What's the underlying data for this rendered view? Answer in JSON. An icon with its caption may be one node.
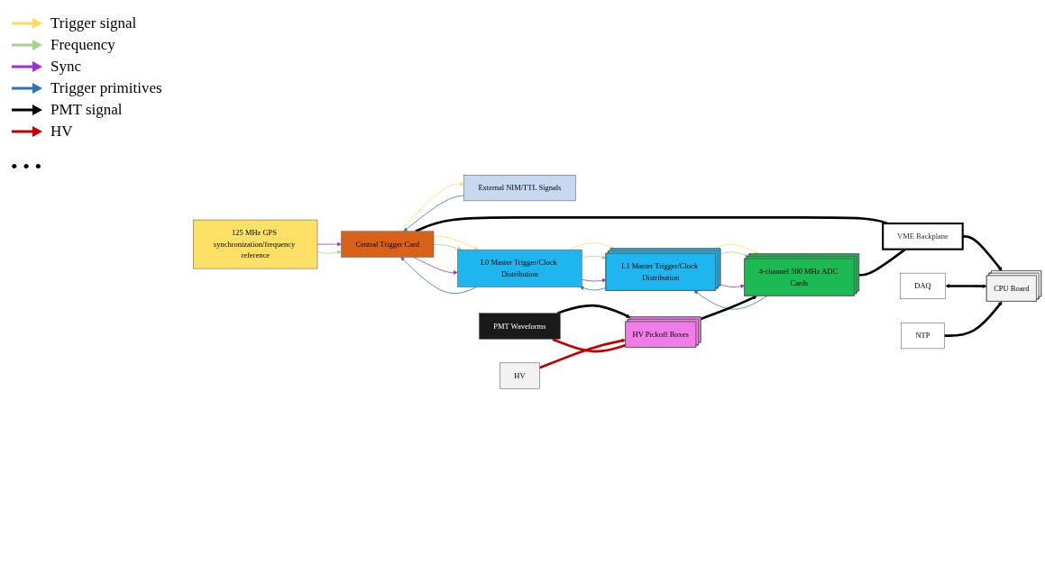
{
  "diagram": {
    "nodes": [
      {
        "text": [
          "125 MHz GPS synchronization/frequency reference"
        ]
      },
      {
        "text": [
          "External NIM/TTL Signals"
        ]
      },
      {
        "text": [
          "Central Trigger Card"
        ]
      },
      {
        "text": [
          "L0 Master Trigger/Clock Distribution"
        ]
      },
      {
        "text": [
          "L1 Master Trigger/Clock Distribution"
        ]
      },
      {
        "text": [
          "4-channel 500 MHz ADC Cards"
        ]
      },
      {
        "text": [
          "DAQ"
        ]
      },
      {
        "text": [
          "NTP"
        ]
      },
      {
        "text": [
          "CPU Board"
        ]
      },
      {
        "text": [
          "PMT Waveforms"
        ]
      },
      {
        "text": [
          "HV Pickoff Boxes"
        ]
      },
      {
        "text": [
          "HV"
        ]
      },
      {
        "text": [
          "VME Backplane"
        ]
      }
    ],
    "edges": [
      {
        "from": 0,
        "to": 2,
        "arrow": "to",
        "color": "#9933cc"
      },
      {
        "from": 0,
        "to": 2,
        "arrow": "to",
        "color": "#a9d18e"
      },
      {
        "from": 1,
        "to": 2,
        "arrow": "to",
        "color": "#2e75b6"
      },
      {
        "from": 2,
        "to": 1,
        "arrow": "to",
        "color": "#ffd966"
      },
      {
        "from": 2,
        "to": 3,
        "arrow": "to",
        "color": "#ffd966"
      },
      {
        "from": 2,
        "to": 3,
        "arrow": "to",
        "color": "#a9d18e"
      },
      {
        "from": 2,
        "to": 3,
        "arrow": "to",
        "color": "#9933cc"
      },
      {
        "from": 3,
        "to": 2,
        "arrow": "to",
        "color": "#2e75b6"
      },
      {
        "from": 3,
        "to": 4,
        "arrow": "to",
        "color": "#ffd966"
      },
      {
        "from": 3,
        "to": 4,
        "arrow": "to",
        "color": "#a9d18e"
      },
      {
        "from": 3,
        "to": 4,
        "arrow": "to",
        "color": "#9933cc"
      },
      {
        "from": 4,
        "to": 3,
        "arrow": "to",
        "color": "#2e75b6"
      },
      {
        "from": 4,
        "to": 5,
        "arrow": "to",
        "color": "#ffd966"
      },
      {
        "from": 4,
        "to": 5,
        "arrow": "to",
        "color": "#a9d18e"
      },
      {
        "from": 4,
        "to": 5,
        "arrow": "to",
        "color": "#9933cc"
      },
      {
        "from": 5,
        "to": 4,
        "arrow": "to",
        "color": "#2e75b6"
      },
      {
        "from": 2,
        "to": 12,
        "arrow": "none",
        "style": "thick"
      },
      {
        "from": 5,
        "to": 12,
        "arrow": "none",
        "style": "thick"
      },
      {
        "from": 12,
        "to": 8,
        "arrow": "to",
        "style": "thick"
      },
      {
        "from": 6,
        "to": 8,
        "arrow": "both",
        "style": "thick"
      },
      {
        "from": 7,
        "to": 8,
        "arrow": "to",
        "style": "thick"
      },
      {
        "from": 9,
        "to": 10,
        "arrow": "to",
        "style": "thick"
      },
      {
        "from": 10,
        "to": 9,
        "arrow": "to",
        "style": "thick",
        "color": "#c00000"
      },
      {
        "from": 11,
        "to": 10,
        "arrow": "to",
        "style": "thick",
        "color": "#c00000"
      },
      {
        "from": 10,
        "to": 5,
        "arrow": "to",
        "style": "thick"
      }
    ],
    "labels": [
      "• • •"
    ],
    "legend": [
      {
        "text": "Trigger signal",
        "color": "#ffd966"
      },
      {
        "text": "Frequency",
        "color": "#a9d18e"
      },
      {
        "text": "Sync",
        "color": "#9933cc"
      },
      {
        "text": "Trigger primitives",
        "color": "#2e75b6"
      },
      {
        "text": "PMT signal",
        "color": "#000000"
      },
      {
        "text": "HV",
        "color": "#c00000"
      }
    ]
  }
}
